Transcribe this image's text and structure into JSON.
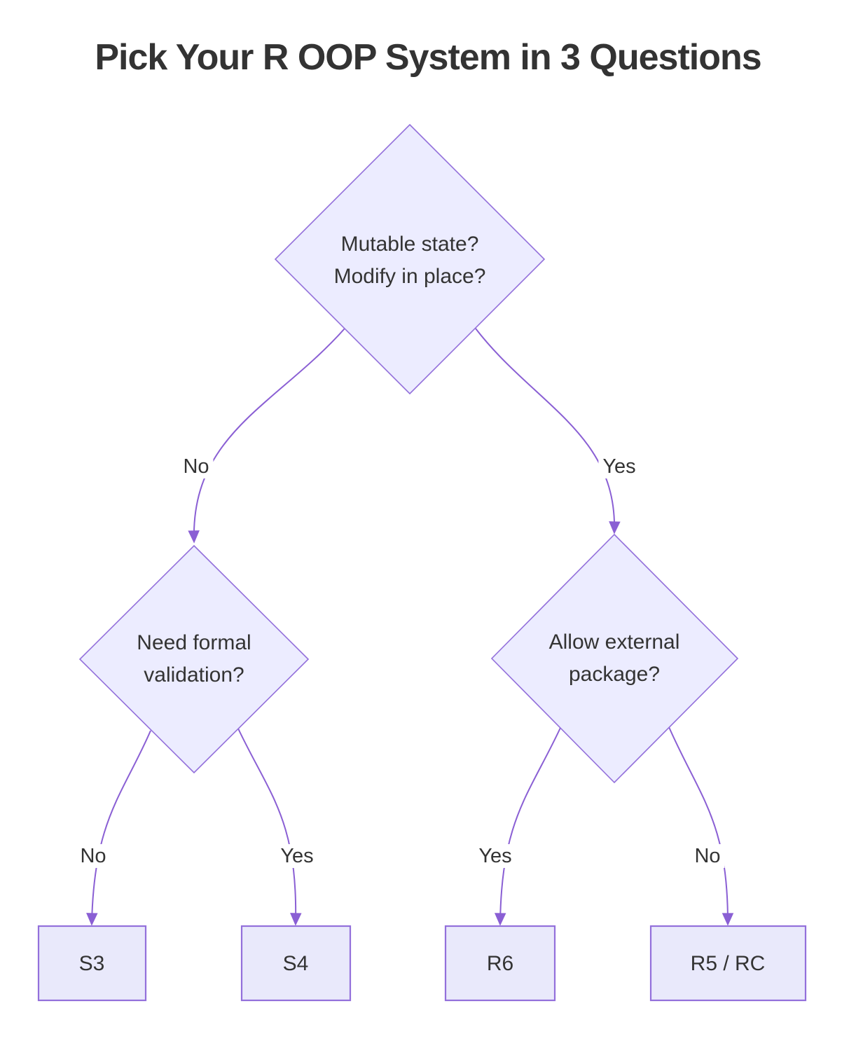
{
  "title": "Pick Your R OOP System in 3 Questions",
  "diagram": {
    "type": "decision-flowchart",
    "direction": "top-down",
    "decisions": [
      {
        "id": "q1",
        "line1": "Mutable state?",
        "line2": "Modify in place?"
      },
      {
        "id": "q2",
        "line1": "Need formal",
        "line2": "validation?"
      },
      {
        "id": "q3",
        "line1": "Allow external",
        "line2": "package?"
      }
    ],
    "results": [
      {
        "id": "s3",
        "label": "S3"
      },
      {
        "id": "s4",
        "label": "S4"
      },
      {
        "id": "r6",
        "label": "R6"
      },
      {
        "id": "r5rc",
        "label": "R5 / RC"
      }
    ],
    "edges": [
      {
        "from": "q1",
        "to": "q2",
        "label": "No"
      },
      {
        "from": "q1",
        "to": "q3",
        "label": "Yes"
      },
      {
        "from": "q2",
        "to": "s3",
        "label": "No"
      },
      {
        "from": "q2",
        "to": "s4",
        "label": "Yes"
      },
      {
        "from": "q3",
        "to": "r6",
        "label": "Yes"
      },
      {
        "from": "q3",
        "to": "r5rc",
        "label": "No"
      }
    ],
    "colors": {
      "background": "#FFFFFF",
      "node_fill": "#ECECFF",
      "node_border": "#9370DB",
      "edge_stroke": "#8A5FD4",
      "arrowhead": "#8A5FD4",
      "text": "#333333",
      "title_text": "#333333"
    }
  }
}
